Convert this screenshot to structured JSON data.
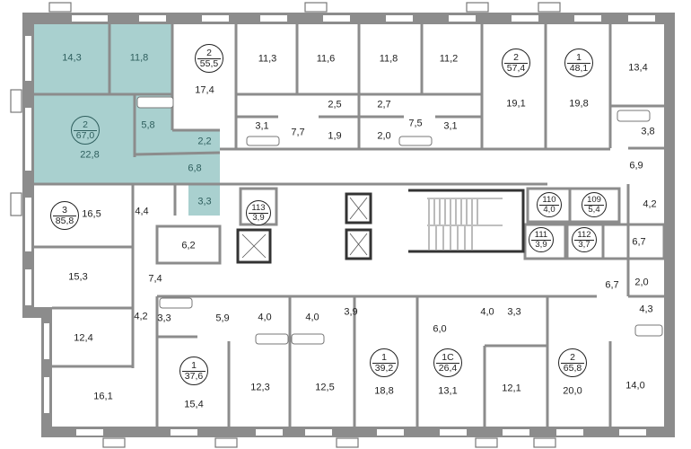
{
  "colors": {
    "highlight": "#a9d0cf",
    "wall": "#8c8c8c",
    "wall_dark": "#333333",
    "text": "#222222"
  },
  "apartments": [
    {
      "rooms": "2",
      "area": "67,0"
    },
    {
      "rooms": "2",
      "area": "55,5"
    },
    {
      "rooms": "2",
      "area": "57,4"
    },
    {
      "rooms": "1",
      "area": "48,1"
    },
    {
      "rooms": "3",
      "area": "85,8"
    },
    {
      "rooms": "1",
      "area": "37,6"
    },
    {
      "rooms": "1",
      "area": "39,2"
    },
    {
      "rooms": "1С",
      "area": "26,4"
    },
    {
      "rooms": "2",
      "area": "65,8"
    }
  ],
  "storage": [
    {
      "number": "113",
      "area": "3,9"
    },
    {
      "number": "110",
      "area": "4,0"
    },
    {
      "number": "109",
      "area": "5,4"
    },
    {
      "number": "111",
      "area": "3,9"
    },
    {
      "number": "112",
      "area": "3,7"
    }
  ],
  "rooms": [
    "14,3",
    "11,8",
    "22,8",
    "5,8",
    "2,2",
    "6,8",
    "3,3",
    "17,4",
    "11,3",
    "11,6",
    "2,5",
    "3,1",
    "7,7",
    "1,9",
    "11,8",
    "11,2",
    "2,7",
    "2,0",
    "7,5",
    "3,1",
    "19,1",
    "19,8",
    "13,4",
    "3,8",
    "6,9",
    "4,2",
    "16,5",
    "4,4",
    "6,2",
    "15,3",
    "7,4",
    "4,2",
    "3,3",
    "5,9",
    "4,0",
    "4,0",
    "3,9",
    "12,4",
    "16,1",
    "15,4",
    "12,3",
    "12,5",
    "6,7",
    "6,7",
    "2,0",
    "4,3",
    "6,0",
    "4,0",
    "3,3",
    "18,8",
    "13,1",
    "12,1",
    "20,0",
    "14,0"
  ]
}
